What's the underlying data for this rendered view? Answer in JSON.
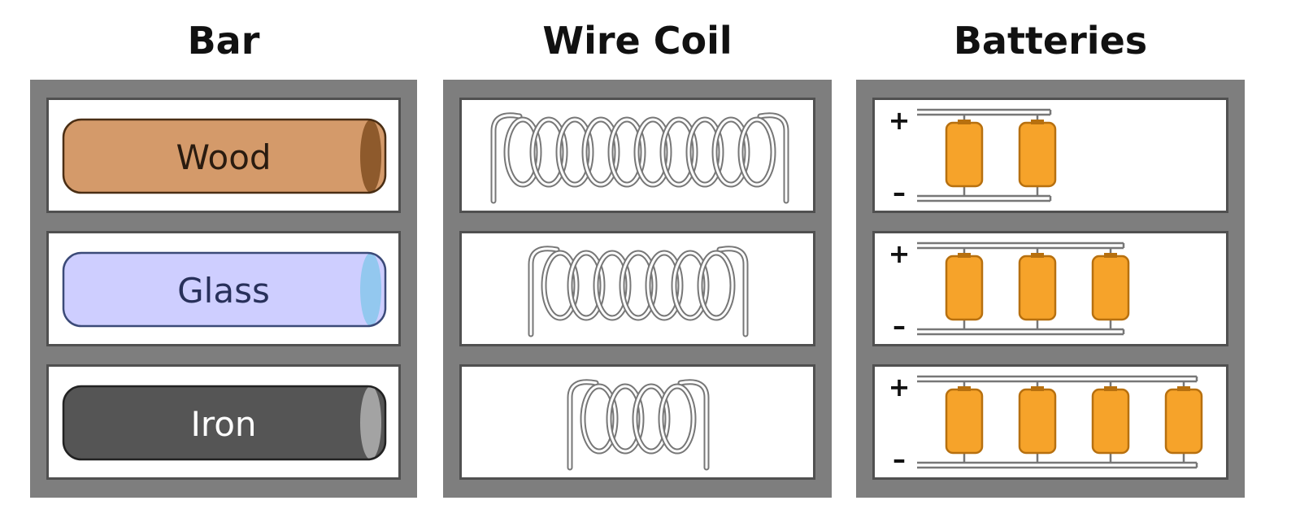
{
  "headings": {
    "bar": "Bar",
    "coil": "Wire Coil",
    "batteries": "Batteries"
  },
  "bars": [
    {
      "label": "Wood",
      "fill": "#d49a6a",
      "end_fill": "#8e5a2c",
      "stroke": "#4a2e14",
      "text_color": "#2a1c10"
    },
    {
      "label": "Glass",
      "fill": "#ceceff",
      "end_fill": "#93c8ef",
      "stroke": "#3b4a78",
      "text_color": "#28305a"
    },
    {
      "label": "Iron",
      "fill": "#555555",
      "end_fill": "#a3a3a3",
      "stroke": "#222222",
      "text_color": "#ffffff"
    }
  ],
  "coils": [
    {
      "turns": 10
    },
    {
      "turns": 7
    },
    {
      "turns": 4
    }
  ],
  "batteries": [
    {
      "count": 2,
      "plus": "+",
      "minus": "–"
    },
    {
      "count": 3,
      "plus": "+",
      "minus": "–"
    },
    {
      "count": 4,
      "plus": "+",
      "minus": "–"
    }
  ],
  "colors": {
    "frame": "#7e7e7e",
    "cell_border": "#505050",
    "battery": "#f6a32a",
    "battery_stroke": "#b7700f",
    "wire": "#777777"
  }
}
